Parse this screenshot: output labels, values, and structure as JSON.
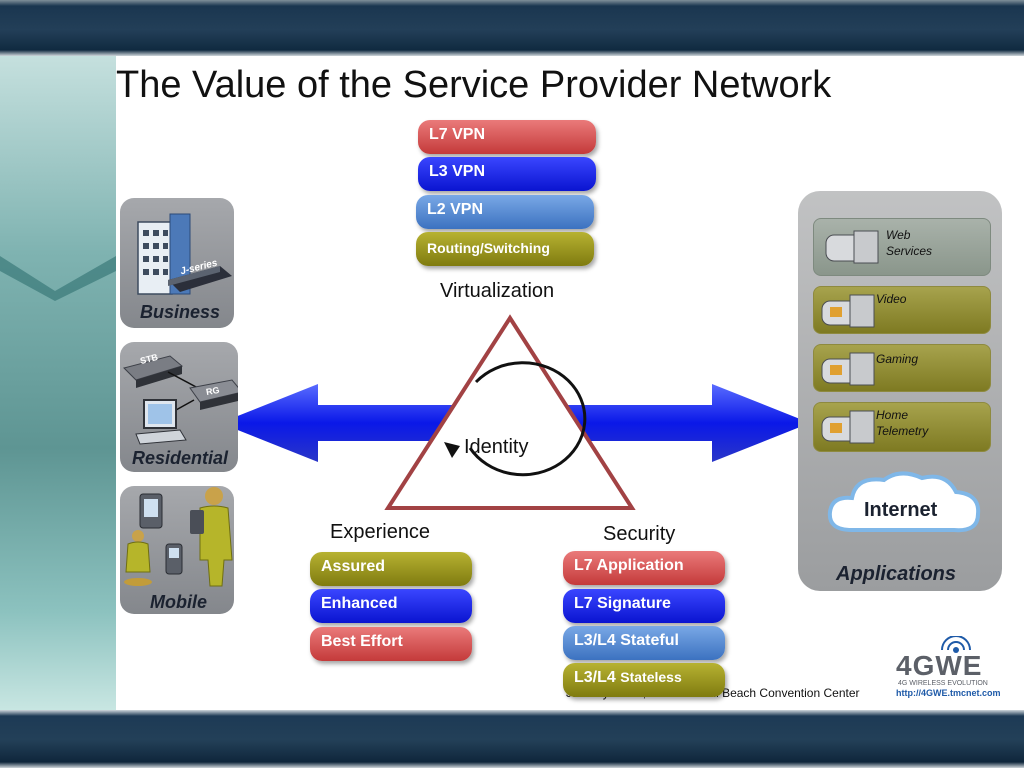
{
  "title": "The Value of the Service Provider Network",
  "virtualization": {
    "label": "Virtualization",
    "items": [
      "L7 VPN",
      "L3 VPN",
      "L2 VPN",
      "Routing/Switching"
    ]
  },
  "center": {
    "label": "Identity"
  },
  "experience": {
    "label": "Experience",
    "items": [
      "Assured",
      "Enhanced",
      "Best Effort"
    ]
  },
  "security": {
    "label": "Security",
    "items": [
      "L7 Application",
      "L7 Signature",
      "L3/L4 Stateful",
      "L3/L4",
      "Stateless"
    ]
  },
  "left_tiles": {
    "business": {
      "label": "Business",
      "device": "J-series"
    },
    "residential": {
      "label": "Residential",
      "stb": "STB",
      "rg": "RG"
    },
    "mobile": {
      "label": "Mobile"
    }
  },
  "applications": {
    "label": "Applications",
    "items": [
      {
        "line1": "Web",
        "line2": "Services"
      },
      {
        "line1": "Video",
        "line2": ""
      },
      {
        "line1": "Gaming",
        "line2": ""
      },
      {
        "line1": "Home",
        "line2": "Telemetry"
      }
    ],
    "cloud": "Internet"
  },
  "footer": {
    "event": "January 20-22, 2009 · Miami Beach Convention Center",
    "logo": "4GWE",
    "logo_sub": "4G WIRELESS EVOLUTION",
    "url": "http://4GWE.tmcnet.com"
  }
}
